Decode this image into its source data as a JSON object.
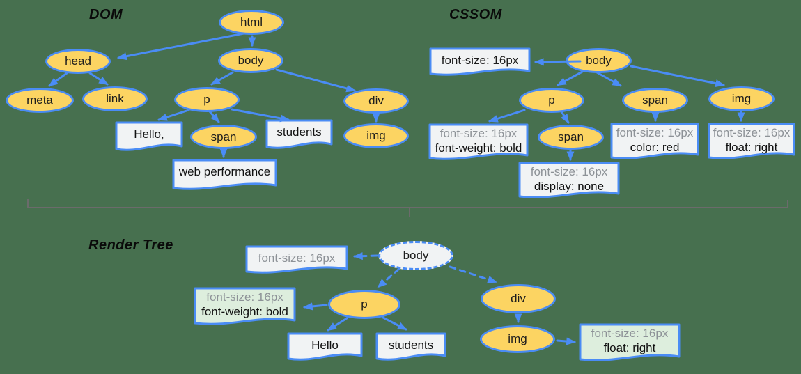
{
  "colors": {
    "background": "#47704f",
    "node_fill": "#fcd462",
    "accent_blue": "#4a8cf5",
    "box_fill": "#f1f3f4",
    "green_box_fill": "#ddeedd",
    "gray_text": "#8d9297",
    "divider": "#6b6b6b"
  },
  "dom": {
    "title": "DOM",
    "nodes": {
      "html": "html",
      "head": "head",
      "body": "body",
      "meta": "meta",
      "link": "link",
      "p": "p",
      "span": "span",
      "div": "div",
      "img": "img"
    },
    "text_boxes": {
      "hello": "Hello,",
      "students": "students",
      "web_performance": "web performance"
    }
  },
  "cssom": {
    "title": "CSSOM",
    "nodes": {
      "body": "body",
      "p": "p",
      "span": "span",
      "img": "img",
      "p_span": "span"
    },
    "rule_boxes": {
      "body": {
        "line1": "font-size: 16px"
      },
      "p": {
        "line1": "font-size: 16px",
        "line2": "font-weight: bold"
      },
      "p_span": {
        "line1": "font-size: 16px",
        "line2": "display: none"
      },
      "span": {
        "line1": "font-size: 16px",
        "line2": "color: red"
      },
      "img": {
        "line1": "font-size: 16px",
        "line2": "float: right"
      }
    }
  },
  "render_tree": {
    "title": "Render Tree",
    "nodes": {
      "body": "body",
      "p": "p",
      "div": "div",
      "img": "img"
    },
    "rule_boxes": {
      "body": {
        "line1": "font-size: 16px"
      },
      "p": {
        "line1": "font-size: 16px",
        "line2": "font-weight: bold"
      },
      "img": {
        "line1": "font-size: 16px",
        "line2": "float: right"
      }
    },
    "text_boxes": {
      "hello": "Hello",
      "students": "students"
    }
  }
}
